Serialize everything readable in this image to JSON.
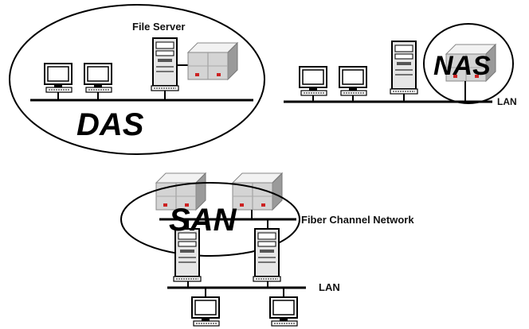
{
  "das": {
    "title": "DAS",
    "server_label": "File Server"
  },
  "nas": {
    "title": "NAS",
    "network_label": "LAN"
  },
  "san": {
    "title": "SAN",
    "network_label": "Fiber Channel Network",
    "lan_label": "LAN"
  },
  "colors": {
    "line": "#000000",
    "storage_face": "#d8d8d8",
    "storage_led": "#cc2222",
    "monitor_screen": "#ffffff"
  },
  "icons": {
    "workstation": "workstation-icon",
    "server": "server-tower-icon",
    "storage": "disk-array-icon"
  }
}
